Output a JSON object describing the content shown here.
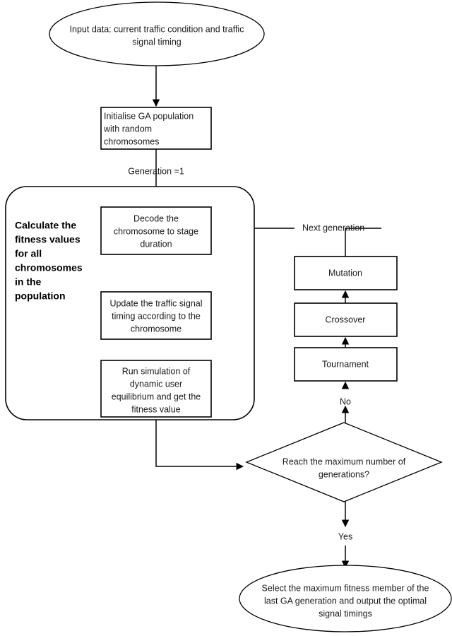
{
  "diagram": {
    "title": "Genetic algorithm traffic signal optimisation flowchart",
    "background_color": "#ffffff",
    "line_color": "#000000",
    "text_color": "#1a1a1a",
    "nodes": {
      "input_terminal": {
        "shape": "ellipse",
        "lines": [
          "Input data: current traffic condition and traffic",
          "signal timing"
        ]
      },
      "initialise": {
        "shape": "rectangle",
        "align": "left",
        "lines": [
          "Initialise GA population",
          "with random",
          "chromosomes"
        ]
      },
      "decode": {
        "shape": "rectangle",
        "align": "center",
        "lines": [
          "Decode the",
          "chromosome to stage",
          "duration"
        ]
      },
      "update_timing": {
        "shape": "rectangle",
        "align": "center",
        "lines": [
          "Update the traffic signal",
          "timing according to the",
          "chromosome"
        ]
      },
      "run_simulation": {
        "shape": "rectangle",
        "align": "center",
        "lines": [
          "Run simulation of",
          "dynamic user",
          "equilibrium and get the",
          "fitness value"
        ]
      },
      "mutation": {
        "shape": "rectangle",
        "lines": [
          "Mutation"
        ]
      },
      "crossover": {
        "shape": "rectangle",
        "lines": [
          "Crossover"
        ]
      },
      "tournament": {
        "shape": "rectangle",
        "lines": [
          "Tournament"
        ]
      },
      "decision": {
        "shape": "diamond",
        "lines": [
          "Reach the maximum number of",
          "generations?"
        ]
      },
      "output_terminal": {
        "shape": "ellipse",
        "lines": [
          "Select the maximum fitness member of the",
          "last GA generation and output the optimal",
          "signal timings"
        ]
      }
    },
    "group": {
      "shape": "rounded-rectangle",
      "label_lines": [
        "Calculate the",
        "fitness values",
        "for all",
        "chromosomes",
        "in the",
        "population"
      ]
    },
    "edge_labels": {
      "generation_one": "Generation =1",
      "next_generation": "Next generation",
      "no": "No",
      "yes": "Yes"
    }
  }
}
